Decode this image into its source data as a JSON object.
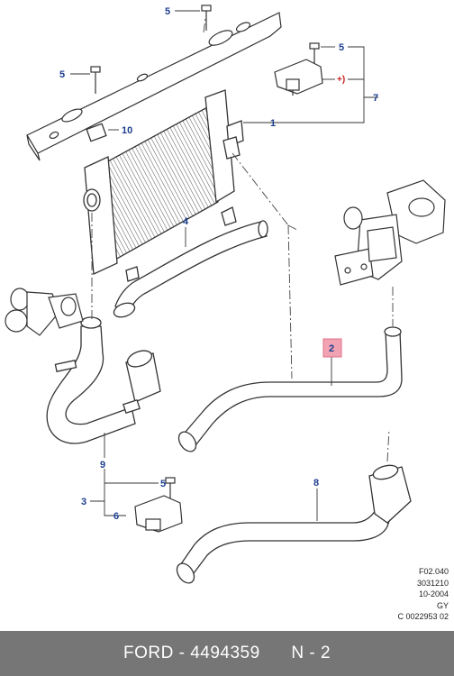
{
  "diagram": {
    "callouts": {
      "c5_top": "5",
      "c5_left": "5",
      "c5_right": "5",
      "c10": "10",
      "c1": "1",
      "c7": "7",
      "c_plus": "+)",
      "c4": "4",
      "c2": "2",
      "c9": "9",
      "c3": "3",
      "c5_bottom": "5",
      "c6": "6",
      "c8": "8"
    },
    "reference_block": {
      "line1": "F02.040",
      "line2": "3031210",
      "line3": "10-2004",
      "line4": "GY",
      "line5": "C 0022953 02"
    },
    "colors": {
      "callout_text": "#1d3f8f",
      "highlight_box": "#f2a3b3",
      "plus_text": "#c81e1e",
      "footer_bg": "#767676"
    }
  },
  "footer": {
    "brand": "FORD",
    "separator": " - ",
    "part_number": "4494359",
    "position_label": "N - 2"
  }
}
